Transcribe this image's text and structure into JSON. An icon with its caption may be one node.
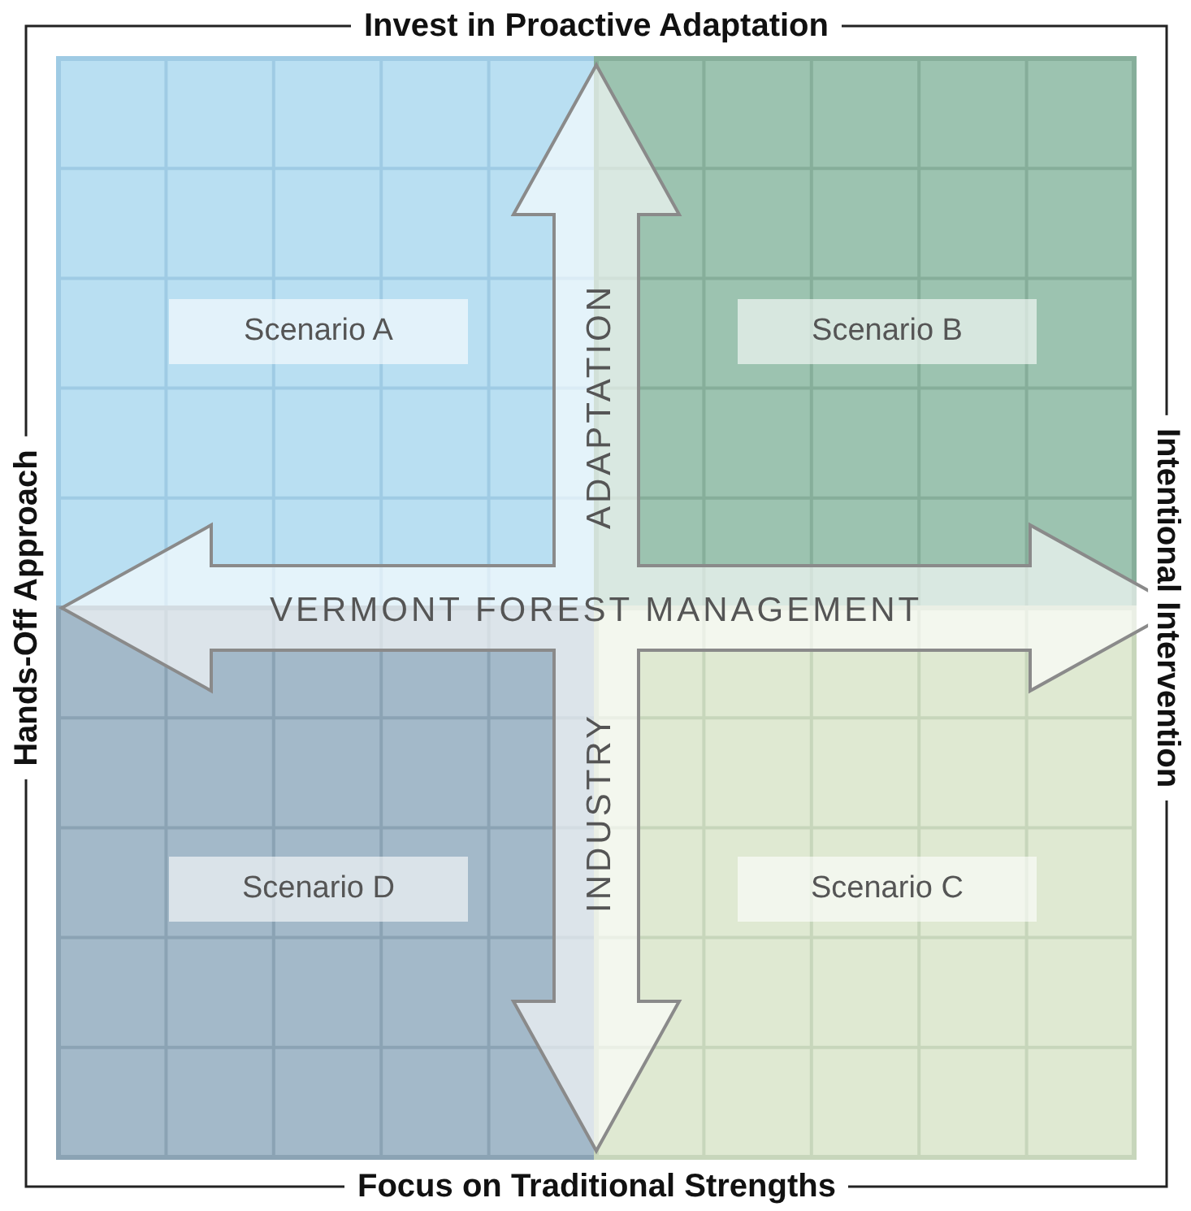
{
  "diagram": {
    "nodes": [
      {
        "text": [
          "Scenario A"
        ]
      },
      {
        "text": [
          "Scenario B"
        ]
      },
      {
        "text": [
          "Scenario D"
        ]
      },
      {
        "text": [
          "Scenario C"
        ]
      }
    ],
    "edges": [],
    "labels": [
      "Invest in Proactive Adaptation",
      "Hands-Off Approach",
      "ADAPTATION",
      "Intentional Intervention",
      "VERMONT FOREST MANAGEMENT",
      "INDUSTRY",
      "Focus on Traditional Strengths"
    ]
  }
}
